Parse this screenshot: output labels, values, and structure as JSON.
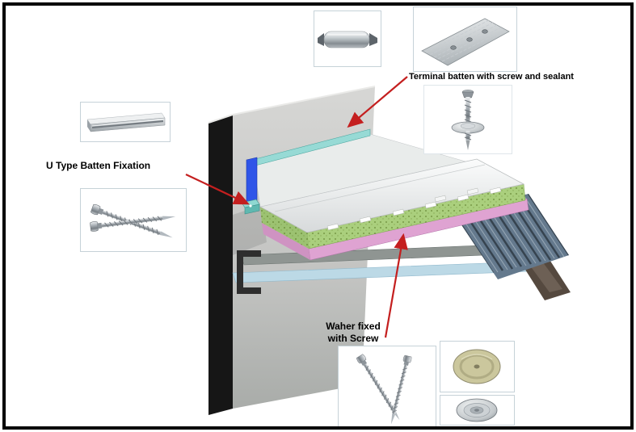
{
  "page": {
    "background": "#ffffff",
    "border_color": "#000000"
  },
  "labels": {
    "terminal_batten": "Terminal batten with screw and sealant",
    "u_type_batten": "U Type Batten Fixation",
    "washer_fixed_line1": "Waher fixed",
    "washer_fixed_line2": "with Screw"
  },
  "colors": {
    "arrow_red": "#c41f1f",
    "wall_edge_dark": "#161616",
    "wall_gray": "#c6c7c5",
    "flashing_white": "#e9eceb",
    "teal_batten": "#97dad5",
    "corner_trim_blue": "#2f55e8",
    "membrane_white": "#eef0f0",
    "insulation_green": "#aacf7d",
    "board_pink": "#dfa3d2",
    "deck_blue_gray": "#64798d",
    "purlin_brown": "#55493f",
    "soffit_light_blue": "#bcd9e6"
  },
  "icons": {
    "sealant_roll": "sealant-roll-icon",
    "perforated_batten": "perforated-batten-icon",
    "screw_with_washer": "screw-with-washer-icon",
    "u_channel_batten": "u-channel-batten-icon",
    "crossed_screws": "crossed-screws-icon",
    "washer_disc": "washer-disc-icon",
    "dome_washer": "dome-washer-icon"
  }
}
